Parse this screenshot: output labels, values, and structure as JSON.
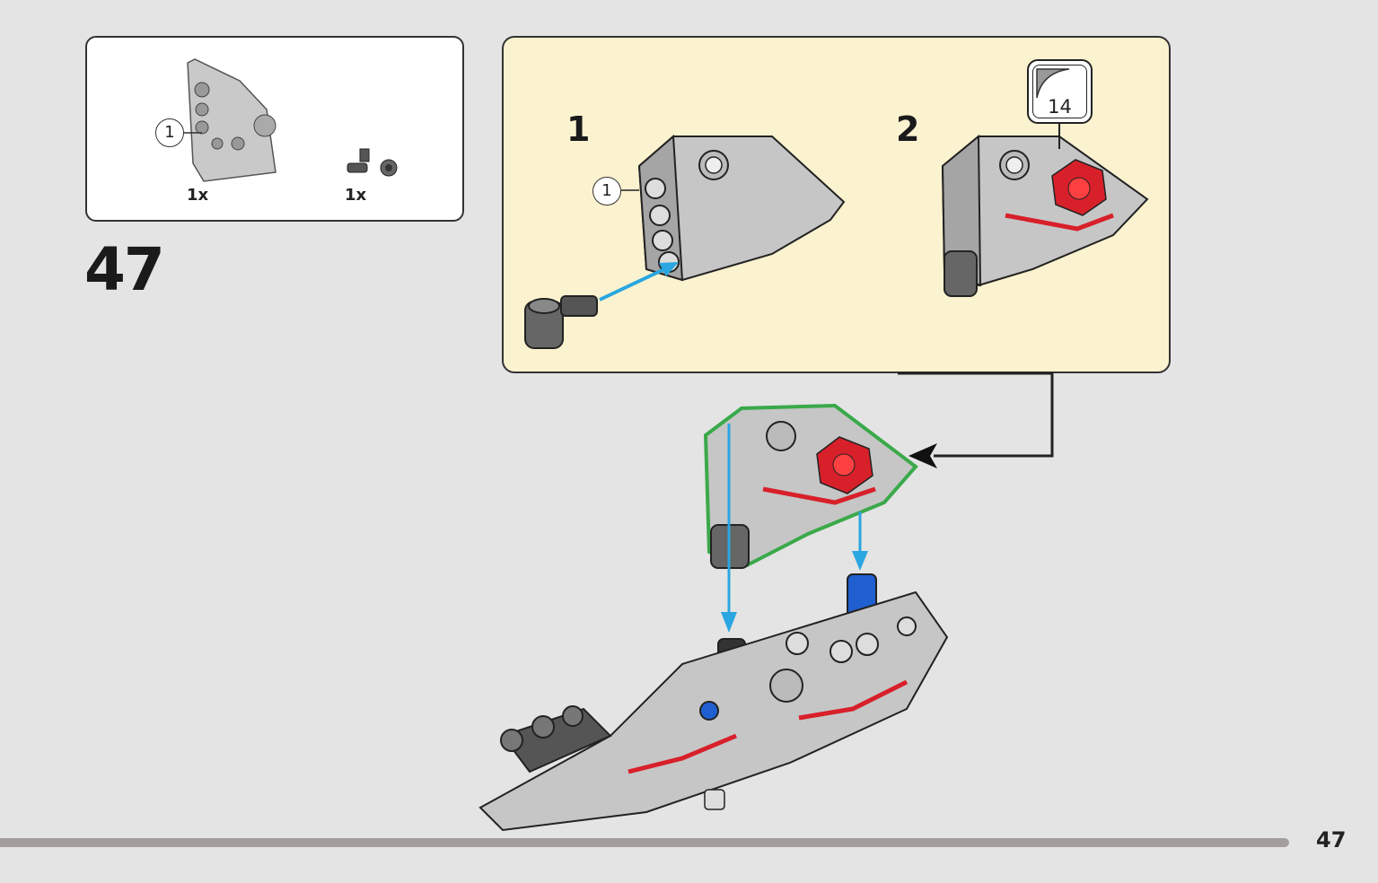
{
  "step": {
    "number": "47",
    "parts_list": [
      {
        "quantity": "1x",
        "part": "angled-panel-with-pin-icon",
        "callout": "1"
      },
      {
        "quantity": "1x",
        "part": "pin-connector-icon"
      }
    ]
  },
  "sub_assembly": {
    "substeps": [
      {
        "number": "1",
        "callout": "1"
      },
      {
        "number": "2",
        "sticker": "14"
      }
    ]
  },
  "page_number": "47",
  "colors": {
    "background": "#e4e4e4",
    "subassembly_background": "#fbf2cf",
    "arrow_blue": "#2aa6e0",
    "highlight_green": "#3aa94a",
    "sticker_red": "#d8202a",
    "bar_gray": "#a39e9b"
  }
}
